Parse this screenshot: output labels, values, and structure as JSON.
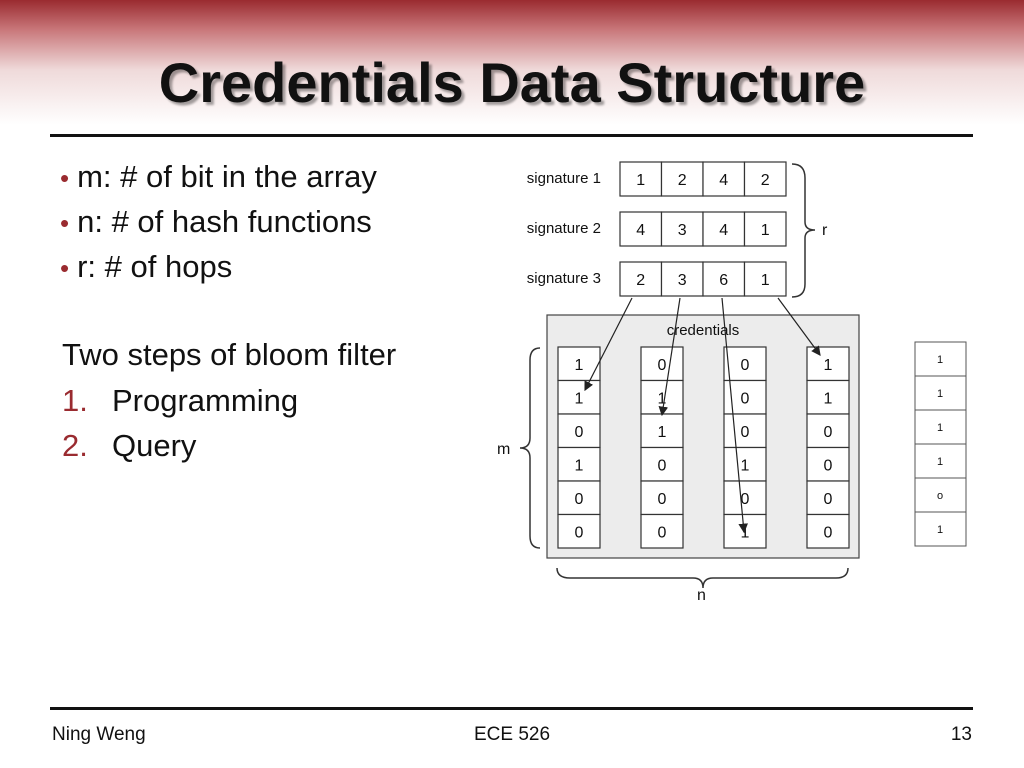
{
  "slide": {
    "title": "Credentials Data Structure",
    "bullets": [
      "m: # of bit in the array",
      "n: # of hash functions",
      "r: # of hops"
    ],
    "paragraph": "Two steps of bloom filter",
    "steps": [
      {
        "num": "1.",
        "label": "Programming"
      },
      {
        "num": "2.",
        "label": "Query"
      }
    ],
    "footer": {
      "author": "Ning Weng",
      "course": "ECE 526",
      "page": "13"
    },
    "accent_color": "#9a2b30"
  },
  "diagram": {
    "signatures": [
      {
        "label": "signature 1",
        "values": [
          "1",
          "2",
          "4",
          "2"
        ]
      },
      {
        "label": "signature 2",
        "values": [
          "4",
          "3",
          "4",
          "1"
        ]
      },
      {
        "label": "signature 3",
        "values": [
          "2",
          "3",
          "6",
          "1"
        ]
      }
    ],
    "r_label": "r",
    "credentials_label": "credentials",
    "m_label": "m",
    "n_label": "n",
    "columns": [
      [
        "1",
        "1",
        "0",
        "1",
        "0",
        "0"
      ],
      [
        "0",
        "1",
        "1",
        "0",
        "0",
        "0"
      ],
      [
        "0",
        "0",
        "0",
        "1",
        "0",
        "1"
      ],
      [
        "1",
        "1",
        "0",
        "0",
        "0",
        "0"
      ]
    ],
    "result_column": [
      "1",
      "1",
      "1",
      "1",
      "o",
      "1"
    ]
  }
}
